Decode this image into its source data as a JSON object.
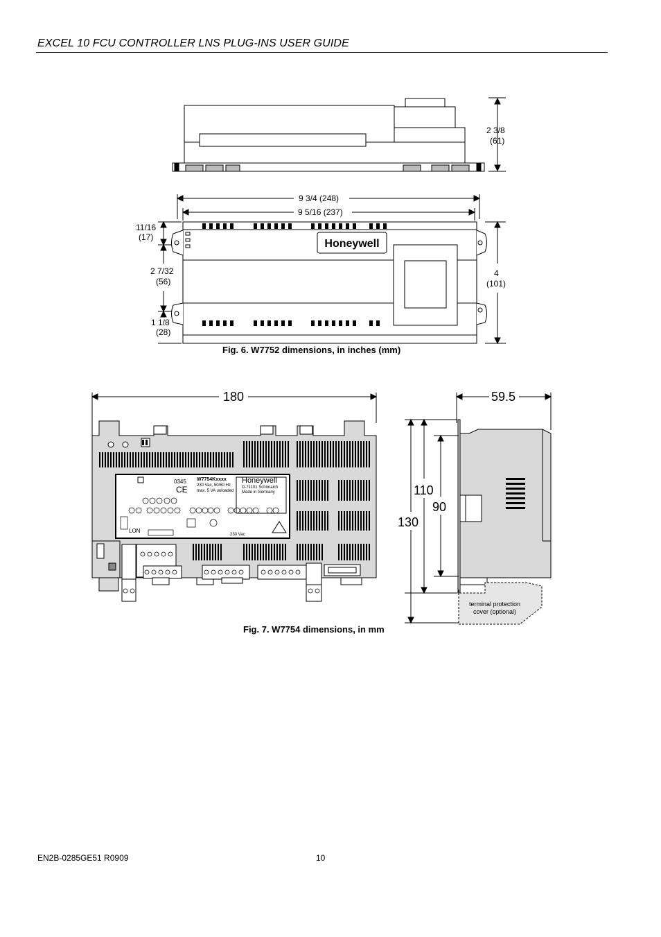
{
  "header": {
    "title": "EXCEL 10 FCU CONTROLLER LNS PLUG-INS USER GUIDE"
  },
  "fig6": {
    "caption": "Fig. 6. W7752 dimensions, in inches (mm)",
    "height_label": "2 3/8",
    "height_mm": "(61)",
    "width_outer": "9 3/4   (248)",
    "width_inner": "9 5/16  (237)",
    "top_offset": "11/16",
    "top_offset_mm": "(17)",
    "mid_height": "2 7/32",
    "mid_height_mm": "(56)",
    "bottom_offset": "1 1/8",
    "bottom_offset_mm": "(28)",
    "total_height": "4",
    "total_height_mm": "(101)",
    "brand": "Honeywell"
  },
  "fig7": {
    "caption": "Fig. 7. W7754 dimensions, in mm",
    "width": "180",
    "depth": "59.5",
    "h110": "110",
    "h90": "90",
    "h130": "130",
    "terminal_note_1": "terminal protection",
    "terminal_note_2": "cover (optional)",
    "label": {
      "model": "W7754Kxxxx",
      "supply": "230 Vac, 50/60 Hz",
      "power": "max. 5 VA unloaded",
      "brand": "Honeywell",
      "address": "D-71101 Schönaich",
      "made": "Made in Germany",
      "date_code": "0345",
      "ce": "CE",
      "lon": "LON",
      "vac": "230 Vac"
    }
  },
  "footer": {
    "doc_id": "EN2B-0285GE51 R0909",
    "page": "10"
  }
}
